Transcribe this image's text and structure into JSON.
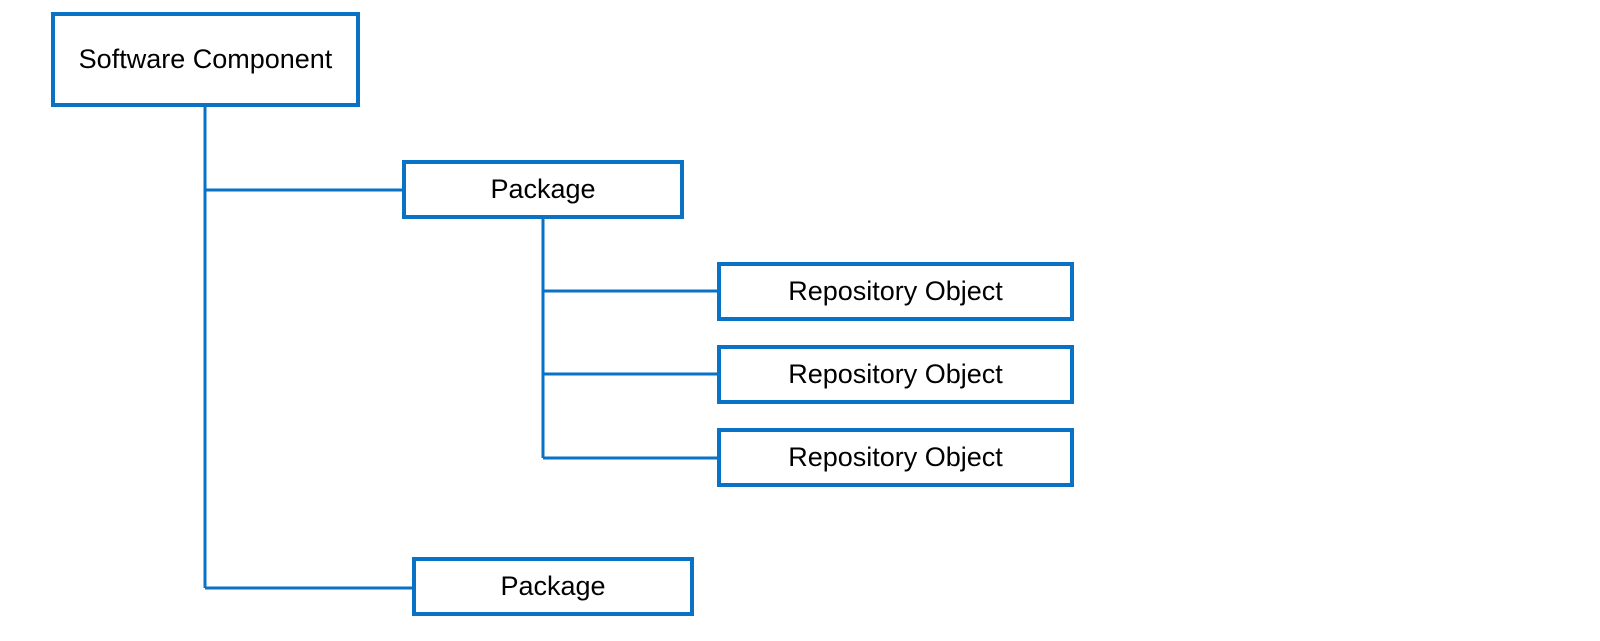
{
  "colors": {
    "accent": "#0a72c5",
    "text": "#000000",
    "background": "#ffffff"
  },
  "nodes": [
    {
      "id": "root",
      "label": "Software Component"
    },
    {
      "id": "pkg1",
      "label": "Package"
    },
    {
      "id": "ro1",
      "label": "Repository Object"
    },
    {
      "id": "ro2",
      "label": "Repository Object"
    },
    {
      "id": "ro3",
      "label": "Repository Object"
    },
    {
      "id": "pkg2",
      "label": "Package"
    }
  ],
  "edges": [
    {
      "from": "root",
      "to": "pkg1"
    },
    {
      "from": "root",
      "to": "pkg2"
    },
    {
      "from": "pkg1",
      "to": "ro1"
    },
    {
      "from": "pkg1",
      "to": "ro2"
    },
    {
      "from": "pkg1",
      "to": "ro3"
    }
  ]
}
